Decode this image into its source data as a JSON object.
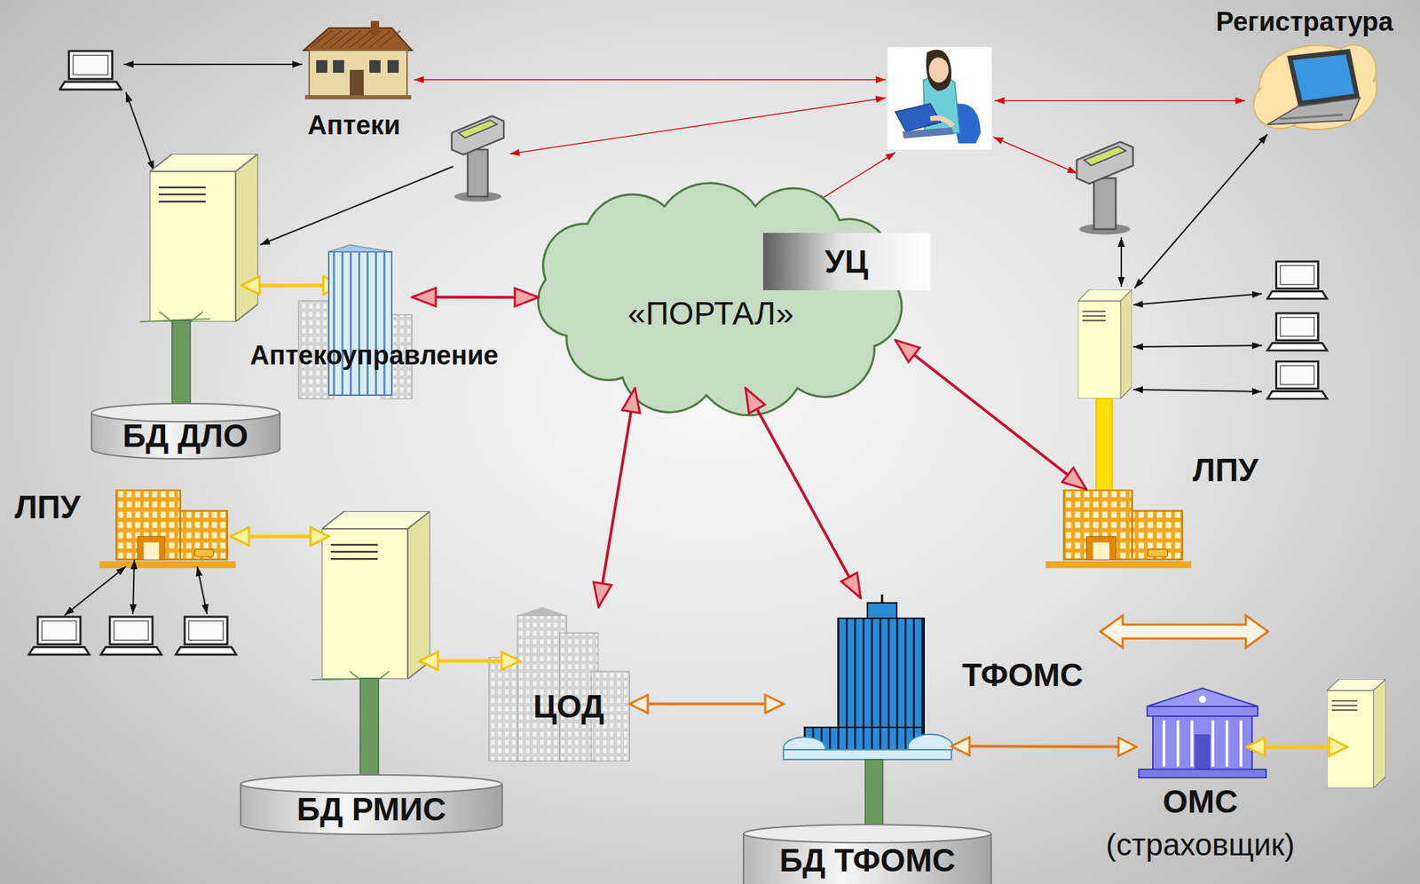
{
  "diagram": {
    "nodes": [
      {
        "text": [
          "Аптеки"
        ]
      },
      {
        "text": [
          "Регистратура"
        ]
      },
      {
        "text": [
          "«ПОРТАЛ»"
        ]
      },
      {
        "text": [
          "УЦ"
        ],
        "in": 2
      },
      {
        "text": [
          "Аптекоуправление"
        ]
      },
      {
        "text": [
          "БД ДЛО"
        ]
      },
      {
        "text": [
          "ЛПУ"
        ]
      },
      {
        "text": [
          "ЛПУ"
        ]
      },
      {
        "text": [
          "ЦОД"
        ]
      },
      {
        "text": [
          "ТФОМС"
        ]
      },
      {
        "text": [
          "БД РМИС"
        ]
      },
      {
        "text": [
          "ОМС",
          "(страховщик)"
        ]
      },
      {
        "text": [
          "БД ТФОМС"
        ]
      }
    ],
    "edges": [
      {
        "from": 4,
        "to": 2,
        "arrow": "both"
      },
      {
        "from": 8,
        "to": 2,
        "arrow": "both"
      },
      {
        "from": 9,
        "to": 2,
        "arrow": "both"
      },
      {
        "from": 7,
        "to": 2,
        "arrow": "both"
      },
      {
        "from": 8,
        "to": 9,
        "arrow": "both"
      },
      {
        "from": 9,
        "to": 11,
        "arrow": "both"
      }
    ]
  }
}
